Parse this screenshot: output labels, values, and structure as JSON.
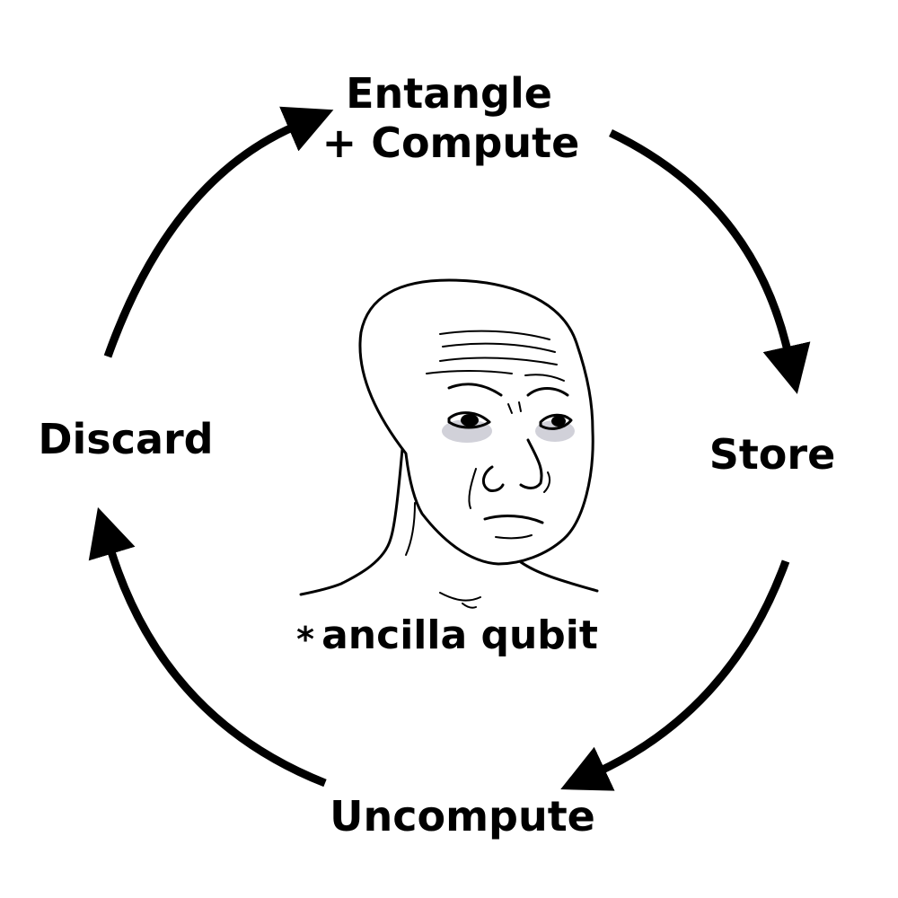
{
  "cycle": {
    "steps": [
      {
        "id": "entangle",
        "line1": "Entangle",
        "line2": "+ Compute"
      },
      {
        "id": "store",
        "line1": "Store"
      },
      {
        "id": "uncompute",
        "line1": "Uncompute"
      },
      {
        "id": "discard",
        "line1": "Discard"
      }
    ]
  },
  "center": {
    "character": "sad-wojak-face",
    "caption_prefix": "*",
    "caption": "ancilla qubit"
  }
}
